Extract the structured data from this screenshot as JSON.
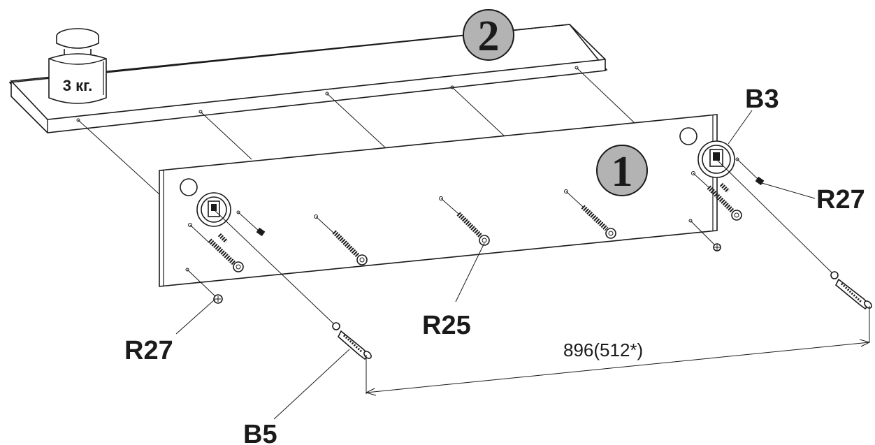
{
  "weight": {
    "label": "3 кг."
  },
  "parts": {
    "shelf_number": "2",
    "panel_number": "1"
  },
  "callouts": {
    "b3": "B3",
    "r27_right": "R27",
    "r27_left": "R27",
    "r25": "R25",
    "b5": "B5"
  },
  "dimension": {
    "text": "896(512*)"
  },
  "colors": {
    "line": "#1a1a1a",
    "badge_fill": "#b3b3b3",
    "background": "#ffffff"
  }
}
